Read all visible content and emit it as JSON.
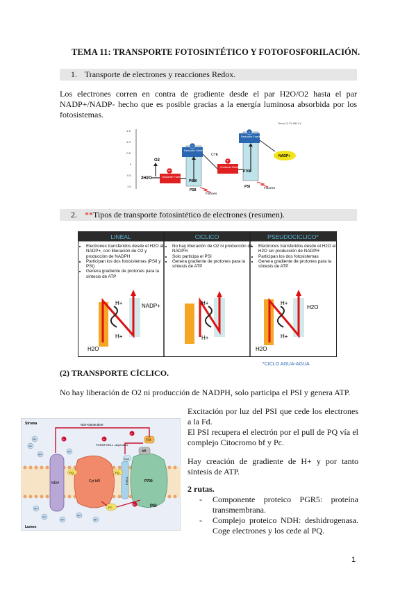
{
  "title": "TEMA 11: TRANSPORTE FOTOSINTÉTICO Y FOTOFOSFORILACIÓN.",
  "section1": {
    "number": "1.",
    "label": "Transporte de electrones y reacciones Redox."
  },
  "para1": "Los electrones corren en contra de gradiente desde el par H2O/O2 hasta el par NADP+/NADP- hecho que es posible gracias a la energía luminosa absorbida por los fotosistemas.",
  "figure1": {
    "corner_label": "Tema 11 FV-BB Cs",
    "h2o": "2H2O",
    "o2": "O2",
    "oxidante1": "Oxidante Fuerte",
    "reductor1": "Reductor Débil",
    "p680": "P680",
    "psii": "PSII",
    "fotones1": "Fotones",
    "cte": "CTE",
    "oxidante2": "Oxidante Débil",
    "reductor2": "Reductor Fuerte",
    "p700": "P700",
    "psi": "PSI",
    "fotones2": "Fotones",
    "nadp": "NADP+",
    "plus": "+",
    "minus": "−",
    "y_ticks": [
      "-1.5",
      "-1.0",
      "-0.5",
      "0",
      "0.5",
      "1.0"
    ]
  },
  "section2": {
    "number": "2.",
    "stars": "**",
    "label": "Tipos de transporte fotosintético de electrones (resumen)."
  },
  "figure2": {
    "col1": {
      "title": "LINEAL",
      "bullets": [
        "Electrones transferidos desde el H2O al NADP+, con liberación de O2 y producción de NADPH",
        "Participan los dos fotosistemas (PSII y PSI)",
        "Genera gradiente de protones para la síntesis de ATP"
      ],
      "h_top": "H+",
      "h_bottom": "H+",
      "right_label": "NADP+",
      "bottom_label": "H2O"
    },
    "col2": {
      "title": "CICLICO",
      "bullets": [
        "No hay liberación de O2 ni producción de NADPH",
        "Solo participa el PSI",
        "Genera gradiente de protones para la síntesis de ATP"
      ],
      "h_top": "H+",
      "h_bottom": "H+"
    },
    "col3": {
      "title": "PSEUDOCICLICO*",
      "bullets": [
        "Electrones transferidos desde el H2O al H2O sin producción de NADPH",
        "Participan los dos fotosistemas",
        "Genera gradiente de protones para la síntesis de ATP"
      ],
      "h_top": "H+",
      "h_bottom": "H+",
      "right_label": "H2O",
      "bottom_label": "H2O"
    },
    "footnote": "*CICLO AGUA-AGUA"
  },
  "section3": {
    "heading": "(2) TRANSPORTE CÍCLICO."
  },
  "para2": "No hay liberación de O2 ni producción de NADPH, solo participa el PSI y genera ATP.",
  "figure3": {
    "stroma": "Stroma",
    "lumen": "Lumen",
    "ndh_dep": "NDH-dependent",
    "pgr_dep": "PGR5/PGRL1 -dependent",
    "ndh": "NDH",
    "pq": "PQ",
    "cyt": "Cyt b6f",
    "pgrl1": "PGRL1",
    "pgr5": "PGR5",
    "fd": "Fd",
    "ab": "AB",
    "p700": "P700",
    "pc": "PC",
    "psi": "PSI",
    "h": "H+",
    "e": "e-"
  },
  "right_paras": [
    "Excitación por luz del PSI que cede los electrones a la Fd.",
    "El PSI recupera el electrón por el pull de PQ vía el complejo Citocromo bf y Pc.",
    "Hay creación de gradiente de H+ y por tanto síntesis de ATP."
  ],
  "routes": {
    "heading": "2 rutas.",
    "items": [
      "Componente proteico PGR5: proteína transmembrana.",
      "Complejo proteico NDH: deshidrogenasa. Coge electrones y los cede al PQ."
    ]
  },
  "page_number": "1",
  "colors": {
    "accent_red": "#d11",
    "section_bg": "#e6e6e6",
    "cyan_box": "#bfe3ea",
    "orange": "#f5a623",
    "green_psi": "#8dc9a8"
  }
}
